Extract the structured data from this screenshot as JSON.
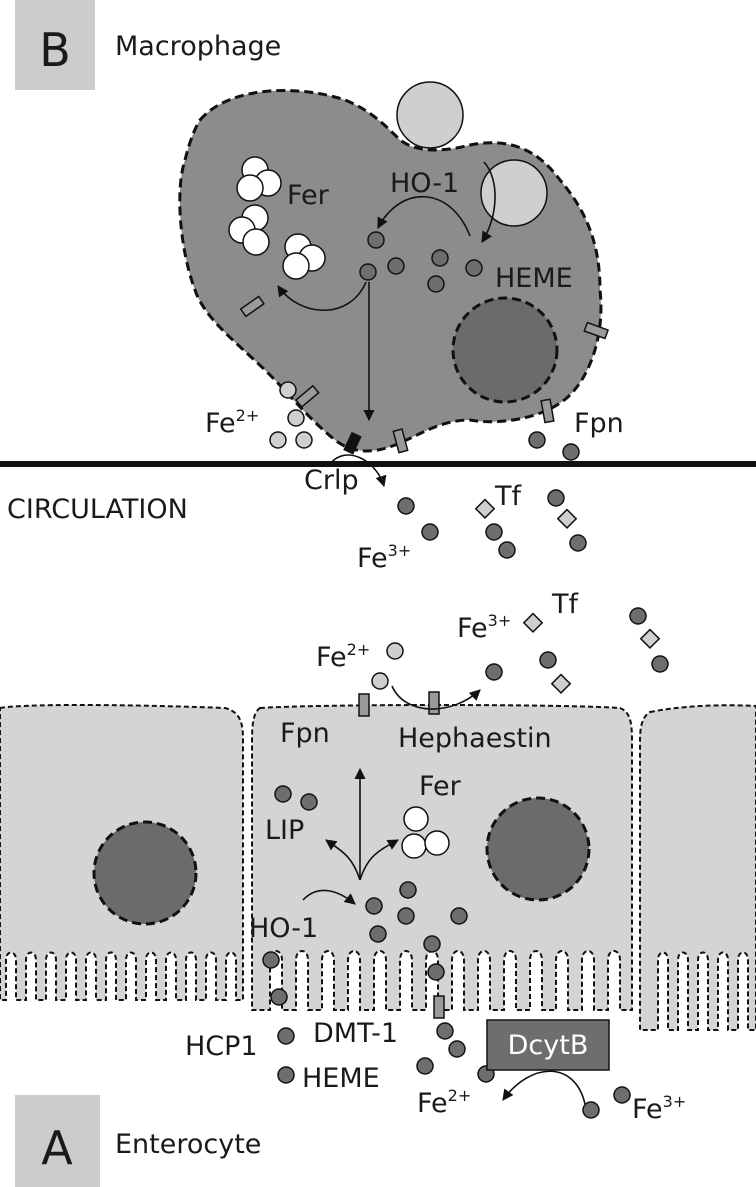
{
  "panel_b": {
    "letter": "B",
    "title": "Macrophage",
    "labels": {
      "fer": "Fer",
      "ho1": "HO-1",
      "heme": "HEME",
      "fe2_base": "Fe",
      "fe2_sup": "2+",
      "fpn": "Fpn",
      "crlp": "Crlp"
    }
  },
  "circulation": {
    "label": "CIRCULATION",
    "tf": "Tf",
    "fe3_base": "Fe",
    "fe3_sup": "3+"
  },
  "panel_a": {
    "letter": "A",
    "title": "Enterocyte",
    "labels": {
      "fe2_base": "Fe",
      "fe2_sup": "2+",
      "fe3_base": "Fe",
      "fe3_sup": "3+",
      "tf": "Tf",
      "fpn": "Fpn",
      "hephaestin": "Hephaestin",
      "fer": "Fer",
      "lip": "LIP",
      "ho1": "HO-1",
      "hcp1": "HCP1",
      "dmt1": "DMT-1",
      "heme": "HEME",
      "dcytb": "DcytB",
      "fe2_bottom_base": "Fe",
      "fe2_bottom_sup": "2+",
      "fe3_bottom_base": "Fe",
      "fe3_bottom_sup": "3+"
    }
  },
  "colors": {
    "macrophage_fill": "#8c8c8c",
    "nucleus_fill": "#6b6b6b",
    "enterocyte_fill": "#d4d4d4",
    "iron_dark": "#6e6e6e",
    "iron_light": "#cfcfcf",
    "transporter": "#9a9a9a",
    "dcytb_box": "#6e6e6e",
    "label_box": "#cccccc"
  }
}
